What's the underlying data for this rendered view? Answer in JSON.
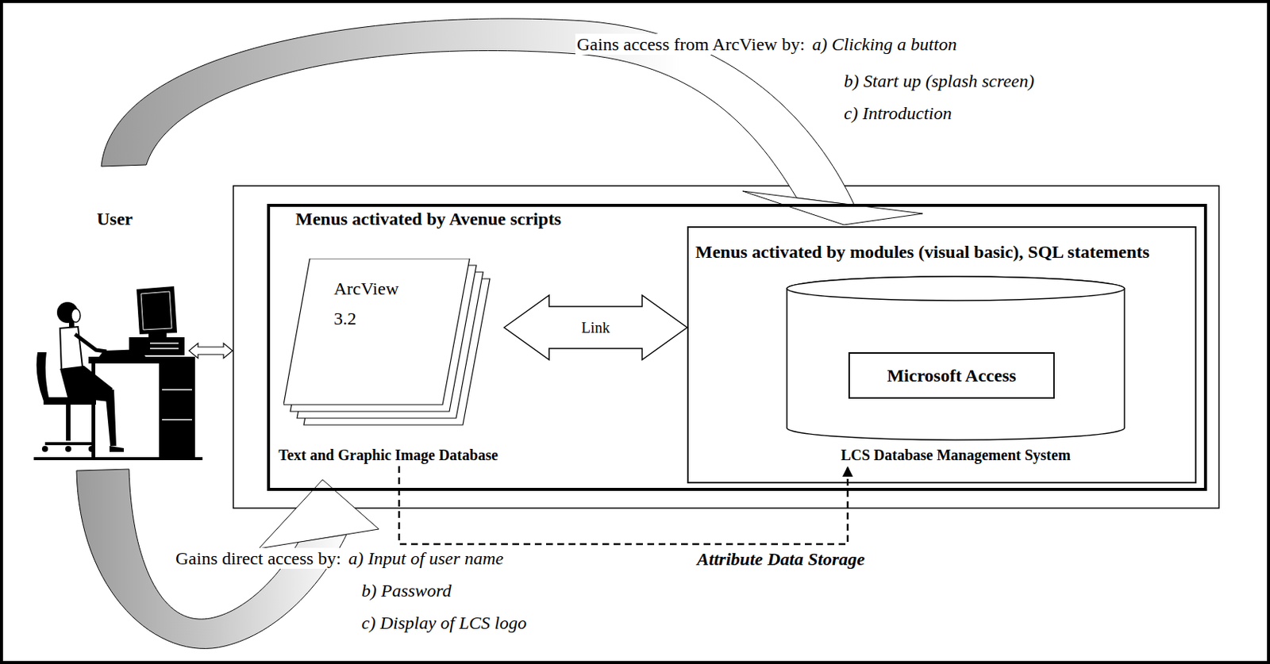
{
  "diagram": {
    "nodes": [
      {
        "text": [
          "Menus activated by Avenue scripts"
        ]
      },
      {
        "text": [
          "ArcView 3.2",
          "Text and Graphic Image Database"
        ],
        "in": 0
      },
      {
        "text": [
          "Menus activated by modules (visual basic), SQL statements"
        ],
        "in": 0
      },
      {
        "text": [
          "LCS Database Management System"
        ],
        "in": 2
      },
      {
        "text": [
          "Microsoft Access"
        ],
        "in": 3
      }
    ],
    "edges": [
      {
        "from": 1,
        "to": 2,
        "arrow": "both",
        "label": "Link"
      },
      {
        "from": 1,
        "to": 3,
        "arrow": "to",
        "label": "Attribute Data Storage"
      }
    ],
    "labels": [
      "User",
      "Gains access from ArcView by:",
      "a) Clicking a button",
      "b) Start up (splash screen)",
      "c) Introduction",
      "Gains direct access by:",
      "a) Input of user name",
      "b) Password",
      "c) Display of LCS logo"
    ]
  }
}
